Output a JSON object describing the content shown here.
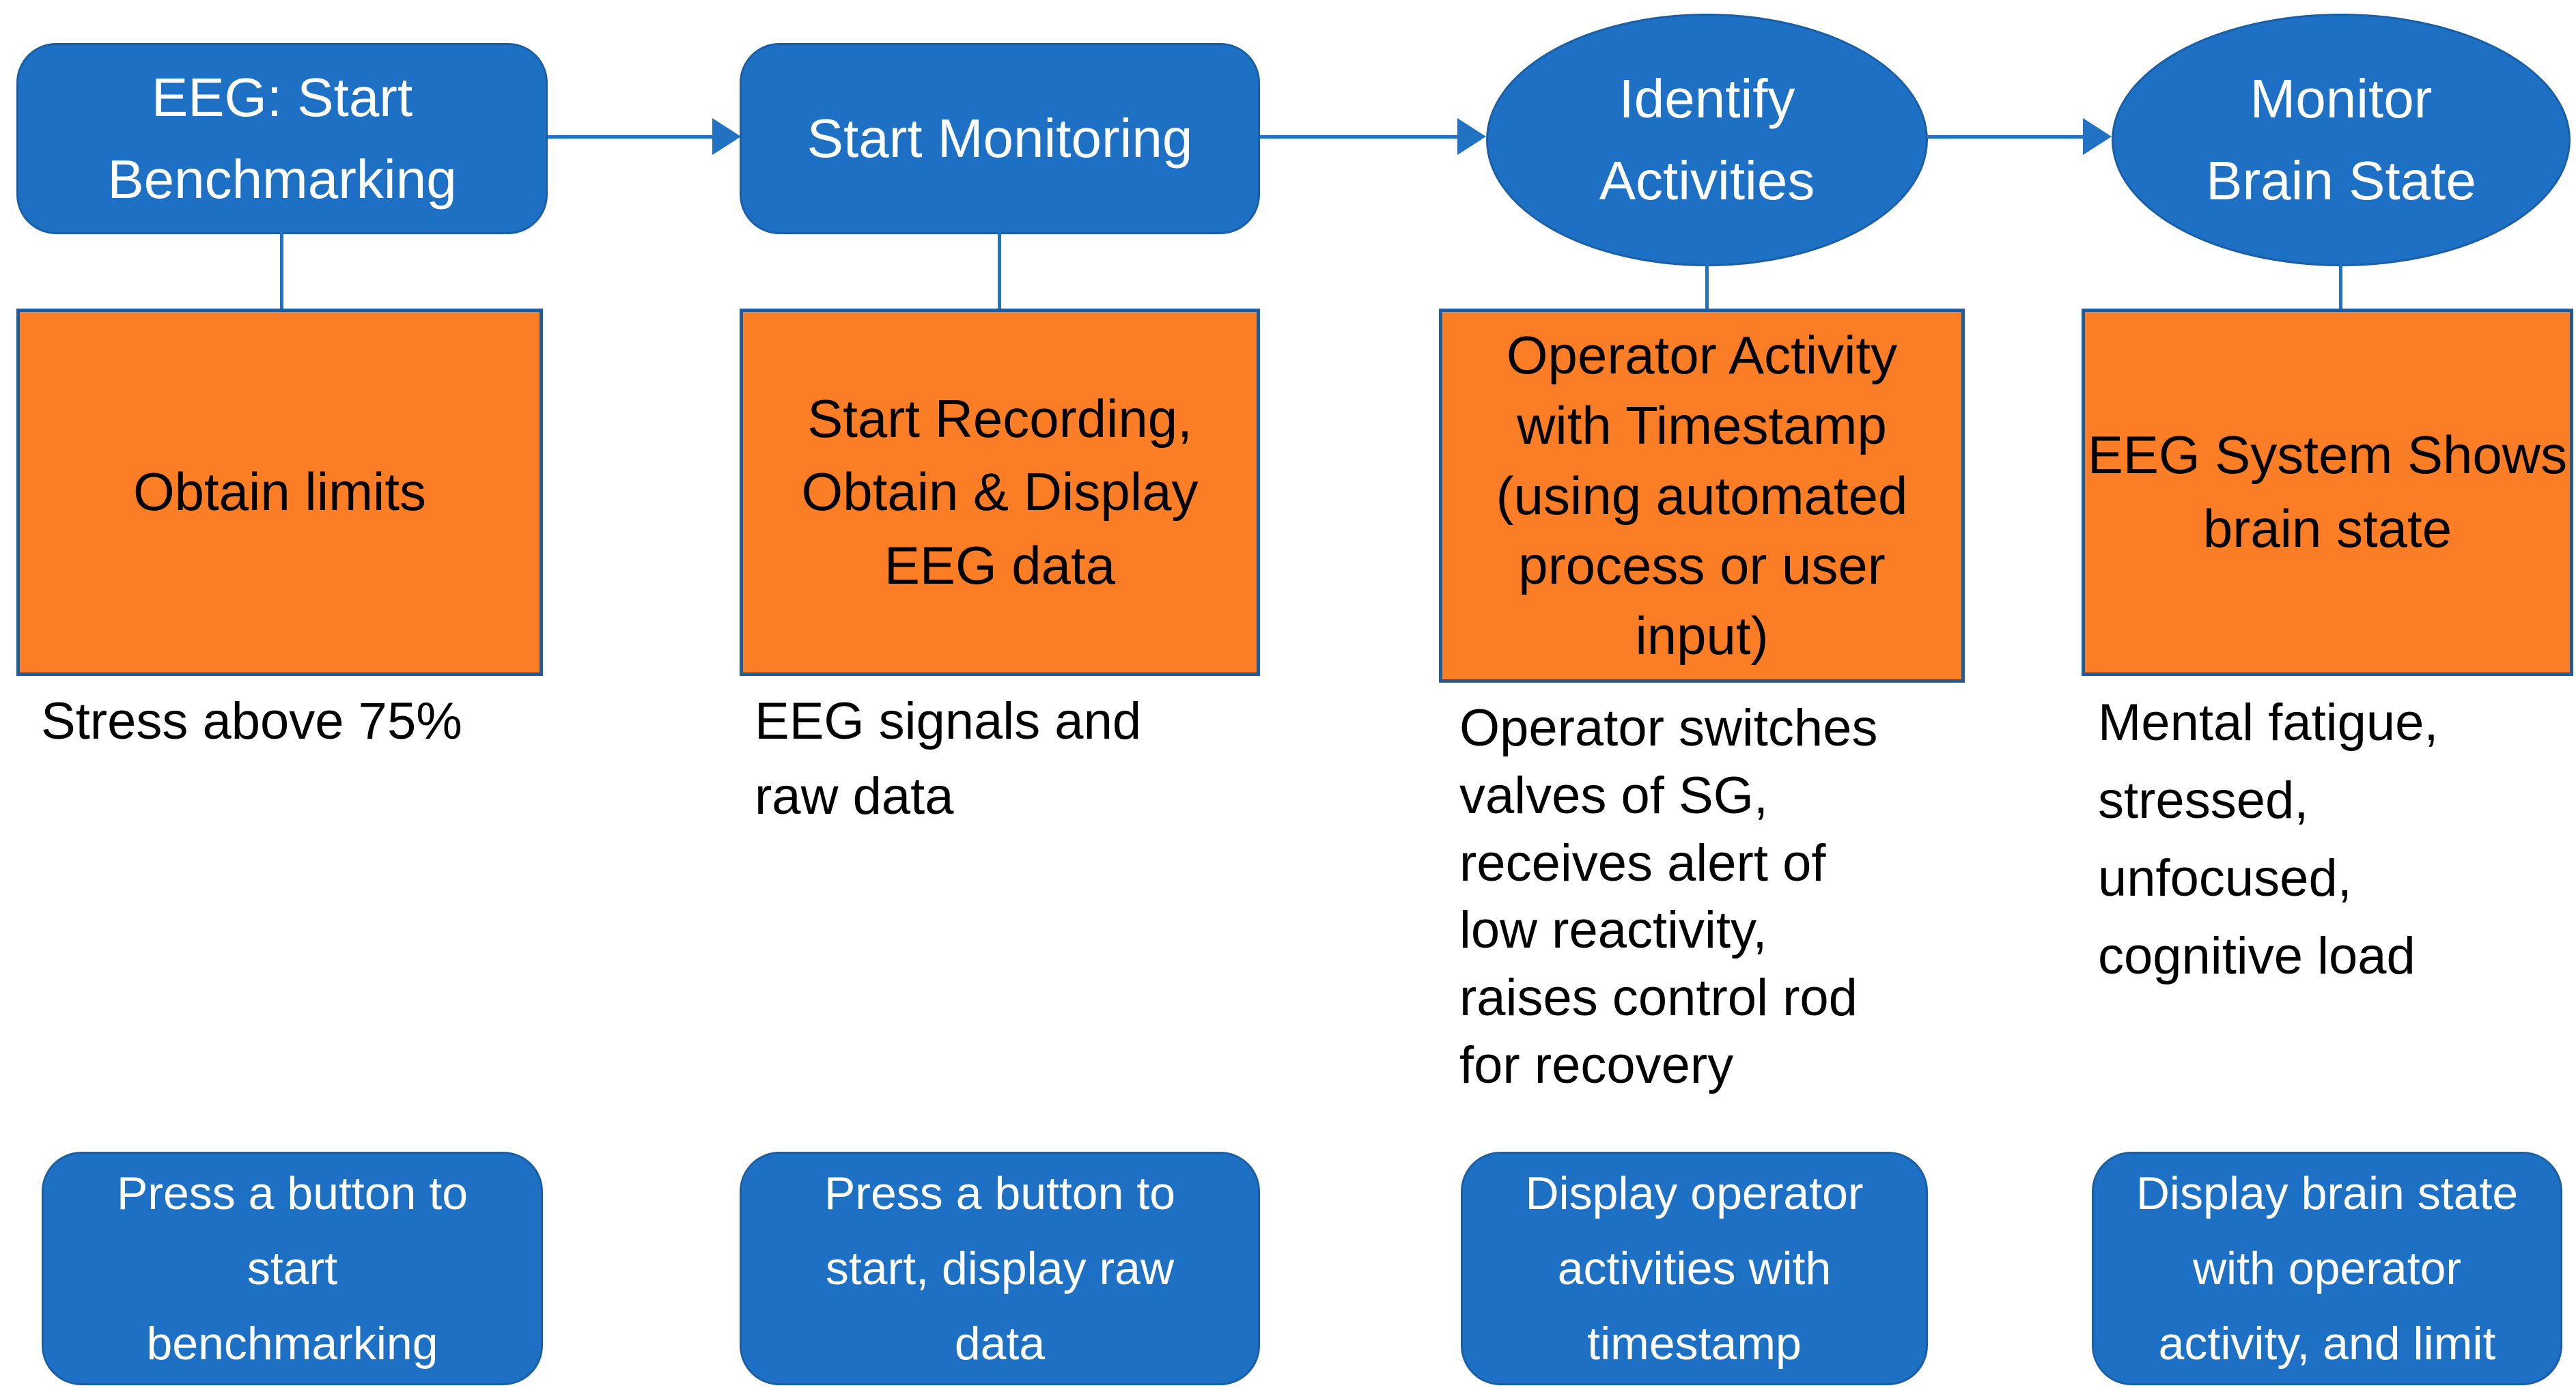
{
  "diagram": {
    "title_hint": "EEG benchmarking and monitoring flowchart",
    "colors": {
      "shape_blue": "#1d70c4",
      "process_orange": "#fb7d26",
      "process_border_blue": "#1f5c99",
      "connector_blue": "#2272c3",
      "top_text": "#ffffff",
      "process_text": "#000000",
      "caption_text": "#000000"
    },
    "columns": [
      {
        "top_shape": {
          "type": "rounded-rect",
          "label": "EEG: Start\nBenchmarking"
        },
        "process_box": {
          "label": "Obtain limits"
        },
        "caption": "Stress above 75%",
        "bottom_box": {
          "label": "Press a button to\nstart\nbenchmarking"
        }
      },
      {
        "top_shape": {
          "type": "rounded-rect",
          "label": "Start Monitoring"
        },
        "process_box": {
          "label": "Start Recording,\nObtain & Display\nEEG data"
        },
        "caption": "EEG signals and\nraw data",
        "bottom_box": {
          "label": "Press a button to\nstart, display raw\ndata"
        }
      },
      {
        "top_shape": {
          "type": "ellipse",
          "label": "Identify\nActivities"
        },
        "process_box": {
          "label": "Operator Activity\nwith Timestamp\n(using automated\nprocess or user\ninput)"
        },
        "caption": "Operator switches\nvalves of SG,\nreceives alert of\nlow reactivity,\nraises control rod\nfor recovery",
        "bottom_box": {
          "label": "Display operator\nactivities with\ntimestamp"
        }
      },
      {
        "top_shape": {
          "type": "ellipse",
          "label": "Monitor\nBrain State"
        },
        "process_box": {
          "label": "EEG System Shows\nbrain state"
        },
        "caption": "Mental fatigue,\nstressed,\nunfocused,\ncognitive load",
        "bottom_box": {
          "label": "Display brain state\nwith operator\nactivity, and limit"
        }
      }
    ]
  }
}
